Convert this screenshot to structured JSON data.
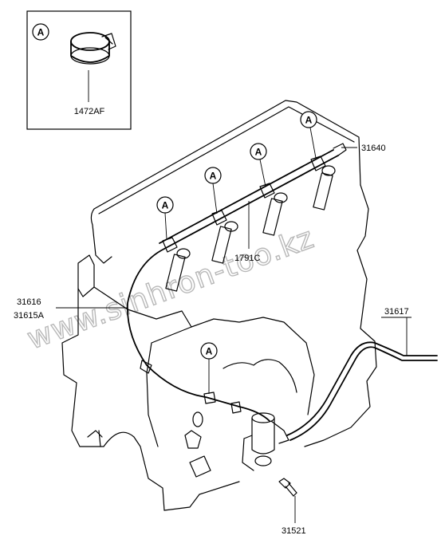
{
  "detail_box": {
    "callout": "A",
    "part_label": "1472AF"
  },
  "callouts": [
    "A",
    "A",
    "A",
    "A",
    "A",
    "A"
  ],
  "part_labels": {
    "p31640": "31640",
    "p1791c": "1791C",
    "p31616": "31616",
    "p31615a": "31615A",
    "p31617": "31617",
    "p31521": "31521"
  },
  "watermark": "www.sinhron-too.kz"
}
